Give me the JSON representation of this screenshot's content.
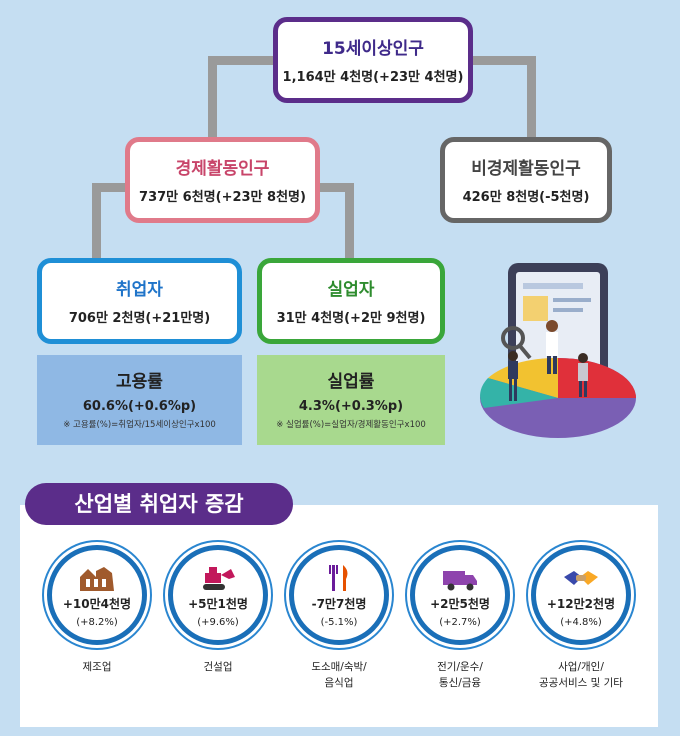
{
  "top": {
    "title": "15세이상인구",
    "value": "1,164만 4천명(+23만 4천명)"
  },
  "active": {
    "title": "경제활동인구",
    "value": "737만 6천명(+23만 8천명)"
  },
  "inactive": {
    "title": "비경제활동인구",
    "value": "426만 8천명(-5천명)"
  },
  "employed": {
    "title": "취업자",
    "value": "706만 2천명(+21만명)"
  },
  "unemployed": {
    "title": "실업자",
    "value": "31만 4천명(+2만 9천명)"
  },
  "emp_rate": {
    "title": "고용률",
    "value": "60.6%(+0.6%p)",
    "note": "※ 고용률(%)=취업자/15세이상인구x100"
  },
  "unemp_rate": {
    "title": "실업률",
    "value": "4.3%(+0.3%p)",
    "note": "※ 실업률(%)=실업자/경제활동인구x100"
  },
  "section_title": "산업별 취업자 증감",
  "industries": [
    {
      "change": "+10만4천명",
      "pct": "(+8.2%)",
      "label": "제조업",
      "icon": "factory-icon"
    },
    {
      "change": "+5만1천명",
      "pct": "(+9.6%)",
      "label": "건설업",
      "icon": "excavator-icon"
    },
    {
      "change": "-7만7천명",
      "pct": "(-5.1%)",
      "label": "도소매/숙박/\n음식업",
      "icon": "fork-knife-icon"
    },
    {
      "change": "+2만5천명",
      "pct": "(+2.7%)",
      "label": "전기/운수/\n통신/금융",
      "icon": "truck-icon"
    },
    {
      "change": "+12만2천명",
      "pct": "(+4.8%)",
      "label": "사업/개인/\n공공서비스 및 기타",
      "icon": "handshake-icon"
    }
  ],
  "colors": {
    "top": "#5b2d8a",
    "active": "#e07a8a",
    "inactive": "#666666",
    "employed": "#1f8fd6",
    "unemployed": "#3aa63a",
    "ring": "#1a6fb8",
    "section": "#5b2d8a"
  }
}
